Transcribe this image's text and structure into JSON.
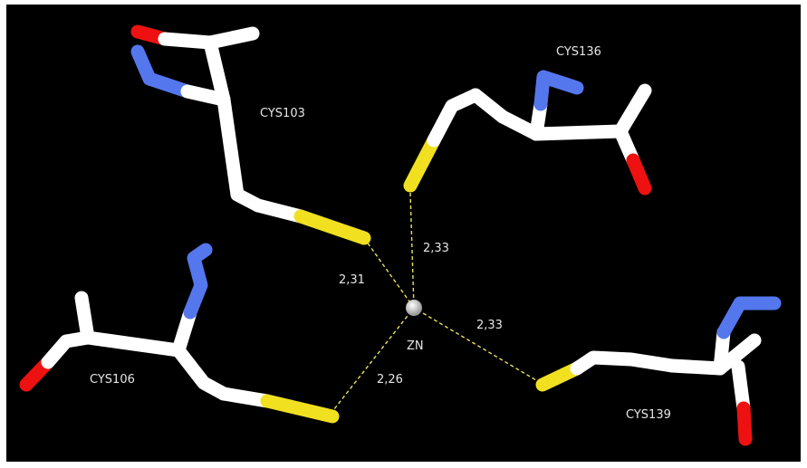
{
  "molecule": {
    "residues": [
      {
        "id": "cys103",
        "label": "CYS103"
      },
      {
        "id": "cys136",
        "label": "CYS136"
      },
      {
        "id": "cys106",
        "label": "CYS106"
      },
      {
        "id": "cys139",
        "label": "CYS139"
      }
    ],
    "metal": {
      "label": "ZN"
    },
    "bonds": [
      {
        "id": "bond-cys103",
        "value": "2,31"
      },
      {
        "id": "bond-cys136",
        "value": "2,33"
      },
      {
        "id": "bond-cys106",
        "value": "2,26"
      },
      {
        "id": "bond-cys139",
        "value": "2,33"
      }
    ]
  },
  "colors": {
    "background": "#000000",
    "carbon": "#ffffff",
    "nitrogen": "#5577ee",
    "oxygen": "#ee1111",
    "sulfur": "#f0e020",
    "zinc": "#dddddd",
    "distance_line": "#e8e060",
    "label": "#e6e6e6"
  }
}
